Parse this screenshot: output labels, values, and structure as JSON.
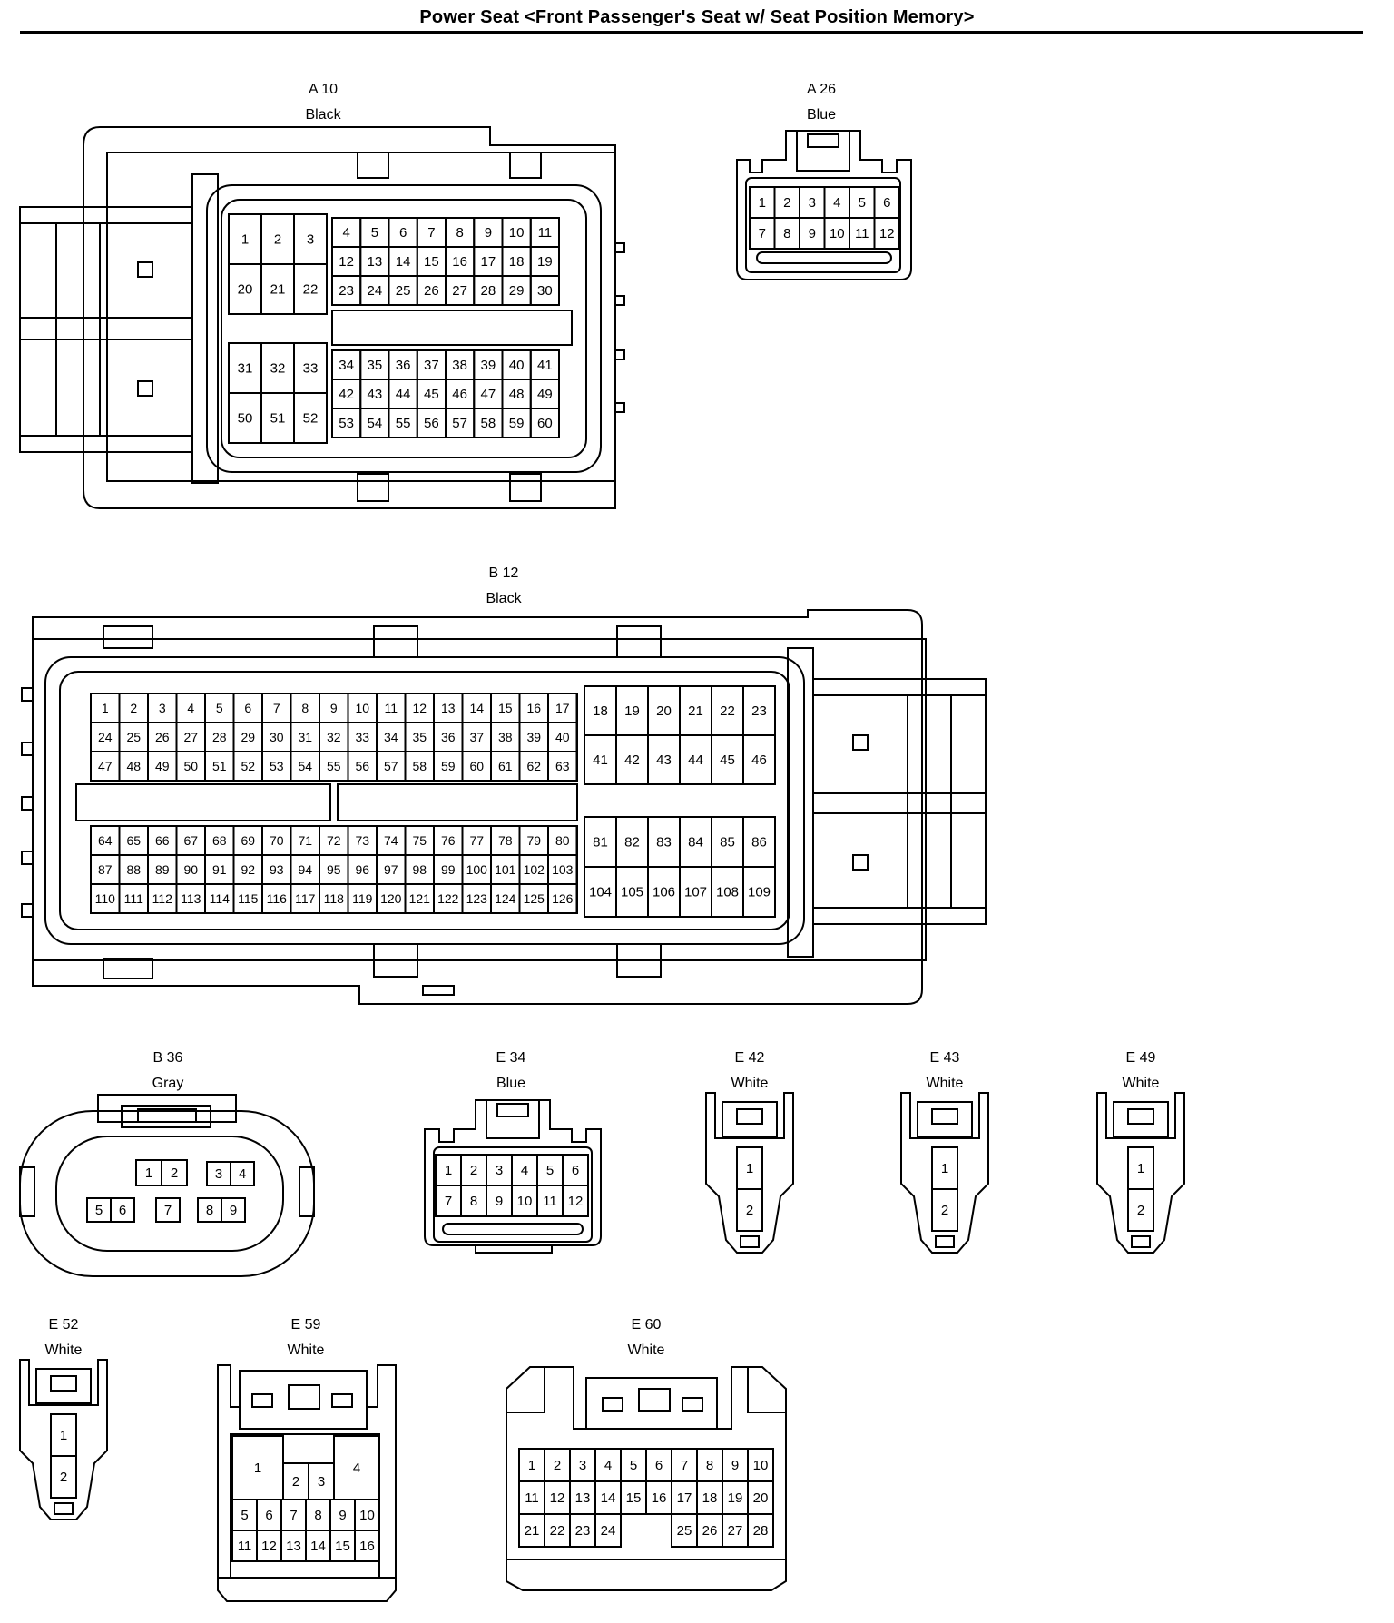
{
  "title": "Power Seat <Front Passenger's Seat w/ Seat Position Memory>",
  "connectors": {
    "A10": {
      "code": "A 10",
      "color": "Black"
    },
    "A26": {
      "code": "A 26",
      "color": "Blue"
    },
    "B12": {
      "code": "B 12",
      "color": "Black"
    },
    "B36": {
      "code": "B 36",
      "color": "Gray"
    },
    "E34": {
      "code": "E 34",
      "color": "Blue"
    },
    "E42": {
      "code": "E 42",
      "color": "White"
    },
    "E43": {
      "code": "E 43",
      "color": "White"
    },
    "E49": {
      "code": "E 49",
      "color": "White"
    },
    "E52": {
      "code": "E 52",
      "color": "White"
    },
    "E59": {
      "code": "E 59",
      "color": "White"
    },
    "E60": {
      "code": "E 60",
      "color": "White"
    }
  }
}
